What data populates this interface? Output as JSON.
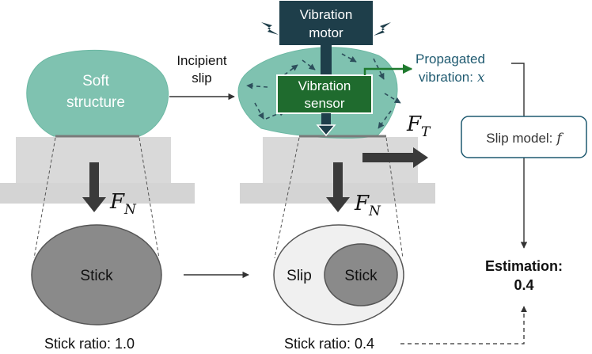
{
  "left": {
    "soft_structure": [
      "Soft",
      "structure"
    ],
    "force_normal": "F",
    "force_normal_sub": "N",
    "contact": "Stick",
    "ratio_label": "Stick ratio: 1.0"
  },
  "transition": {
    "label_line1": "Incipient",
    "label_line2": "slip"
  },
  "right": {
    "motor": [
      "Vibration",
      "motor"
    ],
    "sensor": [
      "Vibration",
      "sensor"
    ],
    "force_normal": "F",
    "force_normal_sub": "N",
    "force_tangential": "F",
    "force_tangential_sub": "T",
    "slip": "Slip",
    "stick": "Stick",
    "ratio_label": "Stick ratio: 0.4"
  },
  "pipeline": {
    "propagated_line1": "Propagated",
    "propagated_line2": "vibration:",
    "propagated_var": "x",
    "model_label": "Slip model:",
    "model_var": "f",
    "estimation_label": "Estimation:",
    "estimation_value": "0.4"
  },
  "colors": {
    "soft": "#7fc2b0",
    "soft_stroke": "#5aa893",
    "motor": "#1e3e4a",
    "sensor": "#1f6b2e",
    "platform": "#d9d9d9",
    "contact_dark": "#8a8a8a",
    "contact_light": "#f0f0f0",
    "arrow": "#3a3a3a",
    "teal_text": "#1f5a70"
  }
}
